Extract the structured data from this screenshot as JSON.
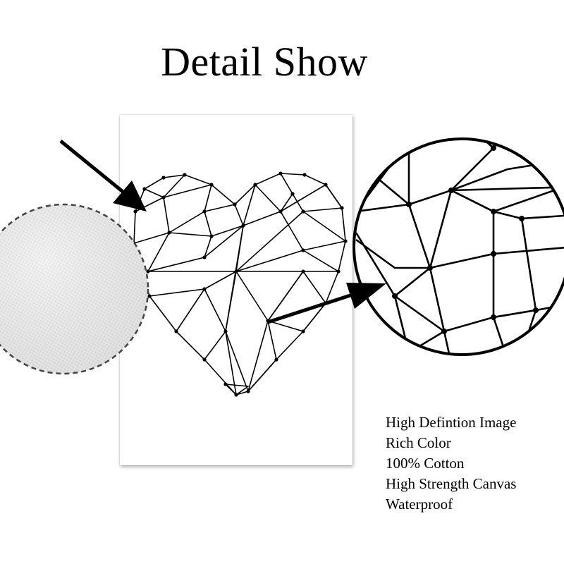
{
  "heading": "Detail Show",
  "features": [
    "High Defintion Image",
    "Rich Color",
    "100% Cotton",
    "High Strength Canvas",
    "Waterproof"
  ],
  "colors": {
    "background": "#ffffff",
    "ink": "#000000",
    "canvas_texture": "#e8e8e8"
  },
  "icons": [
    "arrow-icon"
  ]
}
